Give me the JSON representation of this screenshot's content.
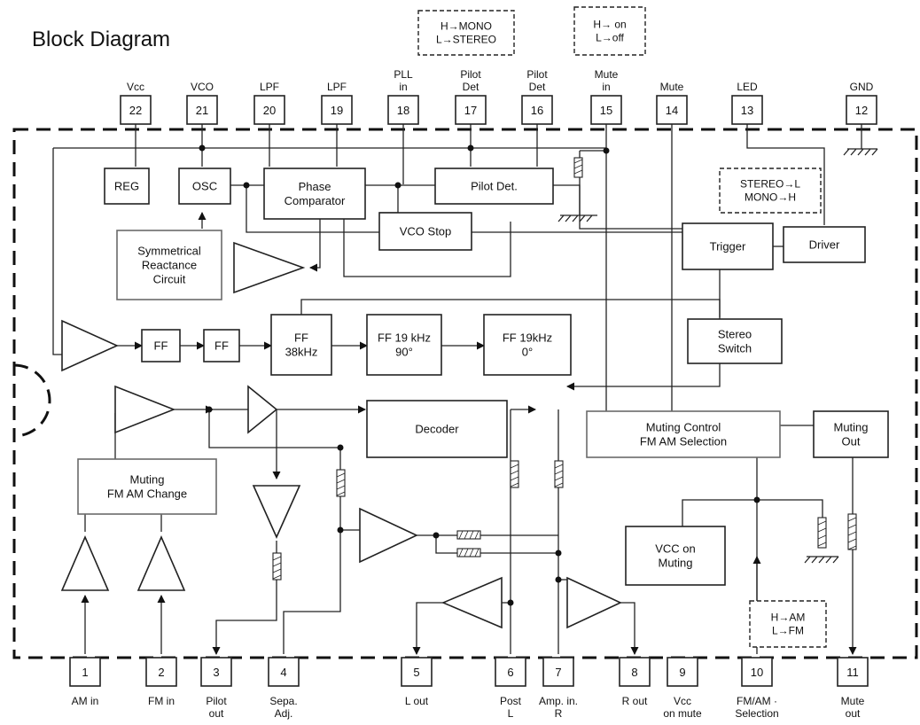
{
  "title": "Block Diagram",
  "pins_top": [
    {
      "num": "22",
      "label": [
        "Vcc"
      ]
    },
    {
      "num": "21",
      "label": [
        "VCO"
      ]
    },
    {
      "num": "20",
      "label": [
        "LPF"
      ]
    },
    {
      "num": "19",
      "label": [
        "LPF"
      ]
    },
    {
      "num": "18",
      "label": [
        "PLL",
        "in"
      ]
    },
    {
      "num": "17",
      "label": [
        "Pilot",
        "Det"
      ]
    },
    {
      "num": "16",
      "label": [
        "Pilot",
        "Det"
      ]
    },
    {
      "num": "15",
      "label": [
        "Mute",
        "in"
      ]
    },
    {
      "num": "14",
      "label": [
        "Mute"
      ]
    },
    {
      "num": "13",
      "label": [
        "LED"
      ]
    },
    {
      "num": "12",
      "label": [
        "GND"
      ]
    }
  ],
  "pins_bottom": [
    {
      "num": "1",
      "label": [
        "AM in"
      ]
    },
    {
      "num": "2",
      "label": [
        "FM in"
      ]
    },
    {
      "num": "3",
      "label": [
        "Pilot",
        "out"
      ]
    },
    {
      "num": "4",
      "label": [
        "Sepa.",
        "Adj."
      ]
    },
    {
      "num": "5",
      "label": [
        "L out"
      ]
    },
    {
      "num": "6",
      "label": [
        "Post",
        "L"
      ]
    },
    {
      "num": "7",
      "label": [
        "Amp. in.",
        "R"
      ]
    },
    {
      "num": "8",
      "label": [
        "R out"
      ]
    },
    {
      "num": "9",
      "label": [
        "Vcc",
        "on mute"
      ]
    },
    {
      "num": "10",
      "label": [
        "FM/AM ·",
        "Selection"
      ]
    },
    {
      "num": "11",
      "label": [
        "Mute",
        "out"
      ]
    }
  ],
  "notes": {
    "mono_stereo": [
      "H→MONO",
      "L→STEREO"
    ],
    "on_off": [
      "H→ on",
      "L→off"
    ],
    "stereo_led": [
      "STEREO→L",
      "MONO→H"
    ],
    "am_fm": [
      "H→AM",
      "L→FM"
    ]
  },
  "blocks": {
    "reg": [
      "REG"
    ],
    "osc": [
      "OSC"
    ],
    "phase_comparator": [
      "Phase",
      "Comparator"
    ],
    "pilot_det": [
      "Pilot Det."
    ],
    "vco_stop": [
      "VCO Stop"
    ],
    "symmetrical_reactance": [
      "Symmetrical",
      "Reactance",
      "Circuit"
    ],
    "trigger": [
      "Trigger"
    ],
    "driver": [
      "Driver"
    ],
    "ff1": [
      "FF"
    ],
    "ff2": [
      "FF"
    ],
    "ff_38k": [
      "FF",
      "38kHz"
    ],
    "ff_19k_90": [
      "FF 19 kHz",
      "90°"
    ],
    "ff_19k_0": [
      "FF 19kHz",
      "0°"
    ],
    "stereo_switch": [
      "Stereo",
      "Switch"
    ],
    "decoder": [
      "Decoder"
    ],
    "muting_control": [
      "Muting Control",
      "FM AM Selection"
    ],
    "muting_out": [
      "Muting",
      "Out"
    ],
    "muting_fm_am_change": [
      "Muting",
      "FM AM Change"
    ],
    "vcc_on_muting": [
      "VCC on",
      "Muting"
    ]
  }
}
